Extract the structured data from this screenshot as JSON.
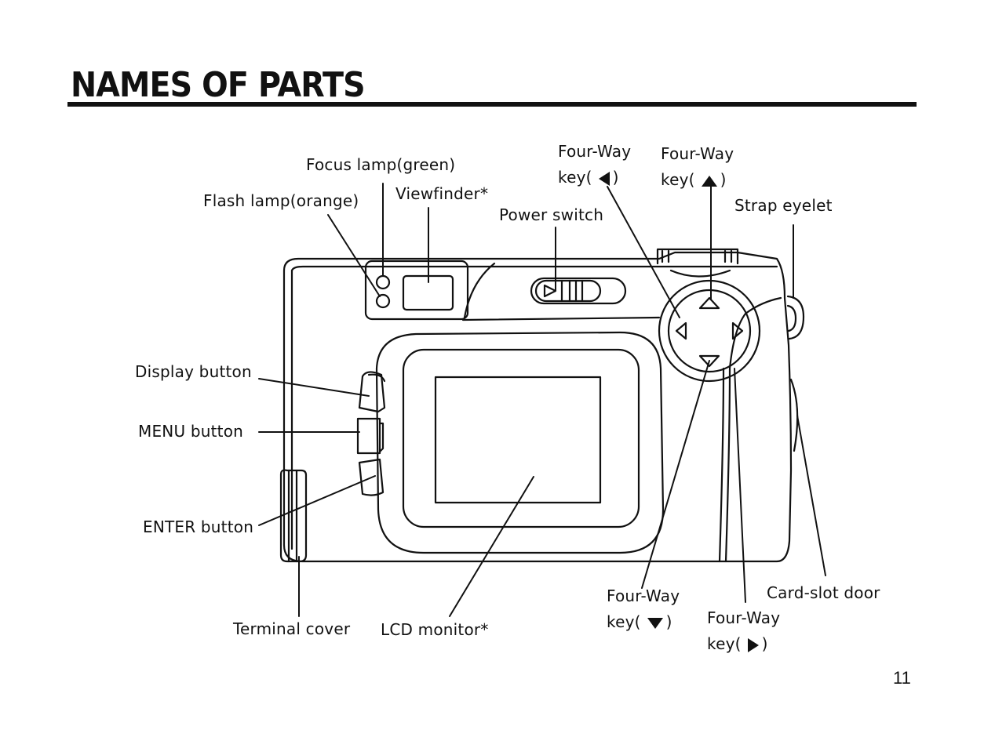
{
  "page": {
    "title": "NAMES OF PARTS",
    "page_number": "11"
  },
  "labels": {
    "focus_lamp": "Focus lamp(green)",
    "flash_lamp": "Flash lamp(orange)",
    "viewfinder": "Viewfinder*",
    "power_switch": "Power switch",
    "strap_eyelet": "Strap eyelet",
    "display_button": "Display button",
    "menu_button": "MENU button",
    "enter_button": "ENTER button",
    "terminal_cover": "Terminal cover",
    "lcd_monitor": "LCD monitor*",
    "card_slot_door": "Card-slot door",
    "four_way_left": {
      "line1": "Four-Way",
      "line2_pre": "key(",
      "line2_post": ")"
    },
    "four_way_up": {
      "line1": "Four-Way",
      "line2_pre": "key(",
      "line2_post": ")"
    },
    "four_way_down": {
      "line1": "Four-Way",
      "line2_pre": "key(",
      "line2_post": ")"
    },
    "four_way_right": {
      "line1": "Four-Way",
      "line2_pre": "key(",
      "line2_post": ")"
    }
  },
  "icons": {
    "four_way_left": "left-triangle-icon",
    "four_way_up": "up-triangle-icon",
    "four_way_down": "down-triangle-icon",
    "four_way_right": "right-triangle-icon"
  },
  "colors": {
    "ink": "#111111",
    "paper": "#ffffff"
  }
}
